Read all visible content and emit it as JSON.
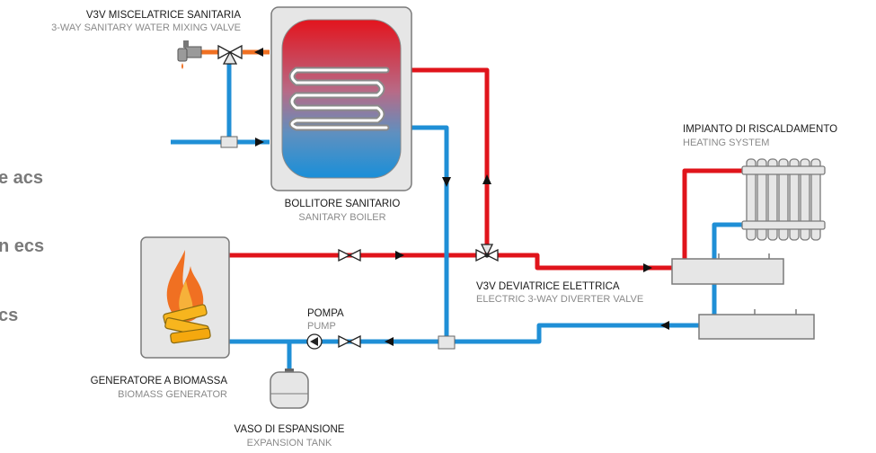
{
  "colors": {
    "hot": "#e0141b",
    "cold": "#1f8fd6",
    "orange": "#f07022",
    "box_fill": "#e6e6e6",
    "box_stroke": "#7a7a7a",
    "label": "#1a1a1a",
    "sublabel": "#8a8a8a",
    "side_text": "#7a7a7a"
  },
  "labels": {
    "mixing_valve_it": "V3V MISCELATRICE SANITARIA",
    "mixing_valve_en": "3-WAY SANITARY WATER MIXING VALVE",
    "boiler_it": "BOLLITORE SANITARIO",
    "boiler_en": "SANITARY BOILER",
    "heating_it": "IMPIANTO DI RISCALDAMENTO",
    "heating_en": "HEATING SYSTEM",
    "diverter_it": "V3V DEVIATRICE ELETTRICA",
    "diverter_en": "ELECTRIC 3-WAY DIVERTER VALVE",
    "pump_it": "POMPA",
    "pump_en": "PUMP",
    "generator_it": "GENERATORE A BIOMASSA",
    "generator_en": "BIOMASS GENERATOR",
    "tank_it": "VASO DI ESPANSIONE",
    "tank_en": "EXPANSION TANK"
  },
  "side_text": [
    "e acs",
    "n ecs",
    "cs"
  ],
  "icons": [
    "faucet-icon",
    "mixing-valve-icon",
    "boiler-coil-icon",
    "flame-icon",
    "radiator-icon",
    "pump-icon",
    "gate-valve-icon",
    "diverter-valve-icon",
    "expansion-tank-icon",
    "flow-arrow-icon"
  ]
}
